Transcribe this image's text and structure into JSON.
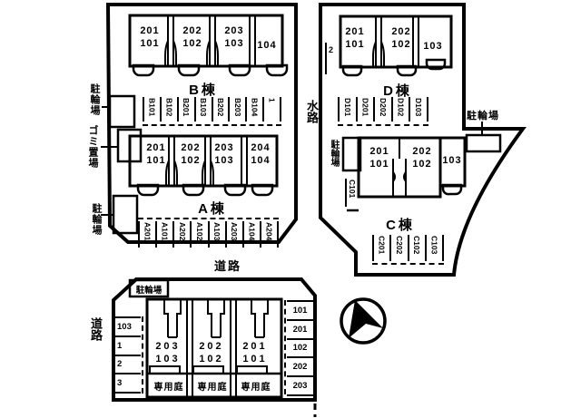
{
  "buildings": {
    "b": {
      "label": "B棟",
      "units": [
        "201\n101",
        "202\n102",
        "203\n103",
        "104"
      ]
    },
    "a": {
      "label": "A棟",
      "units": [
        "201\n101",
        "202\n102",
        "203\n103",
        "204\n104"
      ]
    },
    "d": {
      "label": "D棟",
      "units": [
        "201\n101",
        "202\n102",
        "103"
      ]
    },
    "c": {
      "label": "C棟",
      "units": [
        "201\n101",
        "202\n102",
        "103"
      ]
    },
    "south": {
      "units": [
        "203\n103",
        "202\n102",
        "201\n101"
      ],
      "gardens": [
        "専用庭",
        "専用庭",
        "専用庭"
      ]
    }
  },
  "parking": {
    "b_row": [
      "B101",
      "B102",
      "B201",
      "B103",
      "B202",
      "B203",
      "B104",
      "1"
    ],
    "a_row": [
      "A201",
      "A101",
      "A202",
      "A102",
      "A103",
      "A203",
      "A104",
      "A204"
    ],
    "d_row": [
      "D101",
      "D201",
      "D202",
      "D102",
      "D103"
    ],
    "c_row": [
      "C201",
      "C202",
      "C102",
      "C103"
    ],
    "c101": "C101",
    "space2": "2",
    "south_left": [
      "103",
      "1",
      "2",
      "3"
    ],
    "south_right": [
      "101",
      "201",
      "102",
      "202",
      "203"
    ]
  },
  "labels": {
    "water": "水路",
    "road_center": "道路",
    "road_west": "道路",
    "bicycle_nw": "駐輪場",
    "garbage": "ゴミ置場",
    "bicycle_w": "駐輪場",
    "bicycle_e": "駐輪場",
    "bicycle_c": "駐輪場",
    "bicycle_s": "駐輪場"
  },
  "colors": {
    "line": "#000000",
    "background": "#ffffff"
  }
}
